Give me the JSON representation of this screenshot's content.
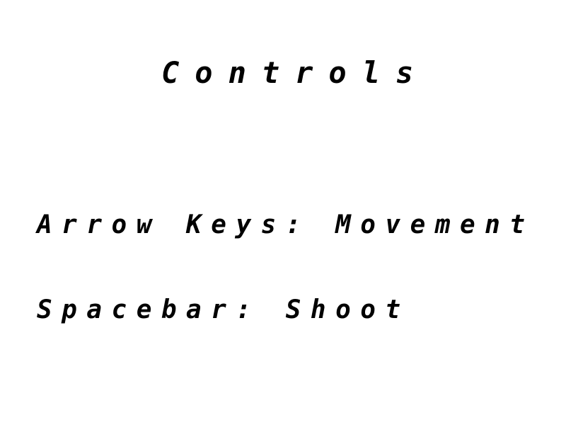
{
  "screen": {
    "title": "Controls",
    "controls": [
      {
        "text": "Arrow Keys: Movement"
      },
      {
        "text": "Spacebar: Shoot"
      }
    ]
  },
  "colors": {
    "background": "#ffffff",
    "text": "#000000"
  }
}
